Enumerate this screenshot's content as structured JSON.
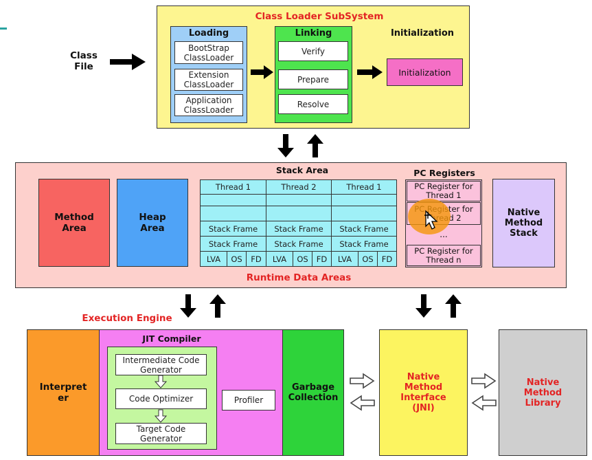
{
  "class_file": "Class\nFile",
  "class_loader": {
    "title": "Class Loader SubSystem",
    "loading": {
      "title": "Loading",
      "items": [
        "BootStrap\nClassLoader",
        "Extension\nClassLoader",
        "Application\nClassLoader"
      ]
    },
    "linking": {
      "title": "Linking",
      "items": [
        "Verify",
        "Prepare",
        "Resolve"
      ]
    },
    "initialization": {
      "title": "Initialization",
      "box": "Initialization"
    }
  },
  "runtime": {
    "title": "Runtime Data Areas",
    "method_area": "Method\nArea",
    "heap_area": "Heap\nArea",
    "stack_area": {
      "title": "Stack Area",
      "threads": [
        "Thread 1",
        "Thread 2",
        "Thread 1"
      ],
      "stack_frame": "Stack Frame",
      "lva": "LVA",
      "os": "OS",
      "fd": "FD"
    },
    "pc_registers": {
      "title": "PC Registers",
      "items": [
        "PC Register for\nThread 1",
        "PC Register for\nThread 2",
        "...",
        "PC Register for\nThread n"
      ]
    },
    "native_method_stack": "Native\nMethod\nStack"
  },
  "execution_engine": {
    "title": "Execution Engine",
    "interpreter": "Interpret\ner",
    "jit": {
      "title": "JIT Compiler",
      "steps": [
        "Intermediate Code\nGenerator",
        "Code Optimizer",
        "Target Code\nGenerator"
      ],
      "profiler": "Profiler"
    },
    "garbage_collection": "Garbage\nCollection"
  },
  "jni": "Native\nMethod\nInterface\n(JNI)",
  "native_library": "Native\nMethod\nLibrary",
  "colors": {
    "class_loader_bg": "#fdf590",
    "loading_bg": "#9fcff7",
    "linking_bg": "#4ee44e",
    "init_pink": "#f56fc6",
    "runtime_bg": "#fdd0cc",
    "method_area": "#f76461",
    "heap_area": "#4fa3f7",
    "stack_cell": "#9ff0f7",
    "pc_bg": "#fbc2dc",
    "native_stack": "#dcc8fb",
    "interpreter": "#fb9a2a",
    "jit_bg": "#f57ff2",
    "jit_inner": "#c4f7a0",
    "gc": "#2ed33a",
    "jni": "#fcf460",
    "native_lib": "#cfcfcf",
    "accent_red": "#e32424"
  }
}
